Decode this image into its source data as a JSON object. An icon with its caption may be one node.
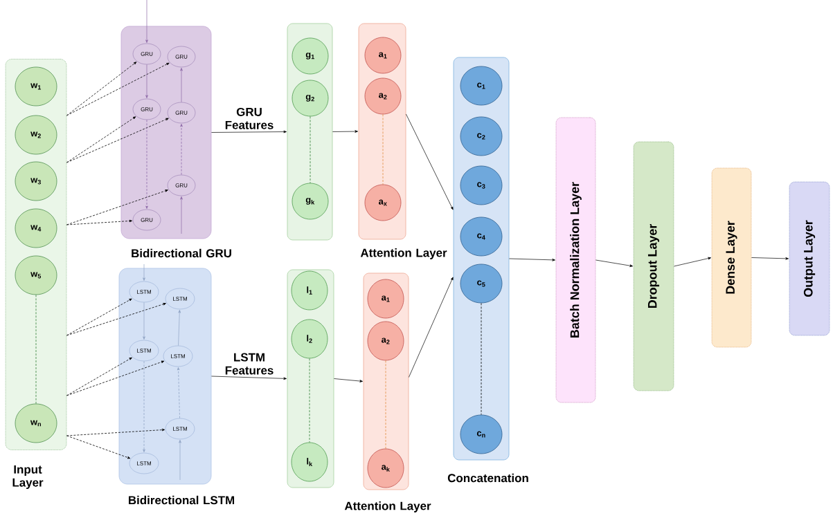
{
  "diagram": {
    "nodes": [
      {
        "text": [
          "Input Layer"
        ]
      },
      {
        "text": [
          "w$_{1}$"
        ],
        "in": 0
      },
      {
        "text": [
          "w$_{2}$"
        ],
        "in": 0
      },
      {
        "text": [
          "w$_{3}$"
        ],
        "in": 0
      },
      {
        "text": [
          "w$_{4}$"
        ],
        "in": 0
      },
      {
        "text": [
          "w$_{5}$"
        ],
        "in": 0
      },
      {
        "text": [
          "w$_{n}$"
        ],
        "in": 0
      },
      {
        "text": [
          "Bidirectional GRU"
        ]
      },
      {
        "text": [
          "GRU"
        ],
        "in": 7
      },
      {
        "text": [
          "GRU"
        ],
        "in": 7
      },
      {
        "text": [
          "GRU"
        ],
        "in": 7
      },
      {
        "text": [
          "GRU"
        ],
        "in": 7
      },
      {
        "text": [
          "GRU"
        ],
        "in": 7
      },
      {
        "text": [
          "GRU"
        ],
        "in": 7
      },
      {
        "text": [
          "Bidirectional LSTM"
        ]
      },
      {
        "text": [
          "LSTM"
        ],
        "in": 14
      },
      {
        "text": [
          "LSTM"
        ],
        "in": 14
      },
      {
        "text": [
          "LSTM"
        ],
        "in": 14
      },
      {
        "text": [
          "LSTM"
        ],
        "in": 14
      },
      {
        "text": [
          "LSTM"
        ],
        "in": 14
      },
      {
        "text": [
          "LSTM"
        ],
        "in": 14
      },
      {
        "text": [],
        "shape": "box"
      },
      {
        "text": [
          "g$_{1}$"
        ],
        "in": 21
      },
      {
        "text": [
          "g$_{2}$"
        ],
        "in": 21
      },
      {
        "text": [
          "g$_{k}$"
        ],
        "in": 21
      },
      {
        "text": [
          "Attention Layer"
        ]
      },
      {
        "text": [
          "a$_{1}$"
        ],
        "in": 25
      },
      {
        "text": [
          "a$_{2}$"
        ],
        "in": 25
      },
      {
        "text": [
          "a$_{x}$"
        ],
        "in": 25
      },
      {
        "text": [],
        "shape": "box"
      },
      {
        "text": [
          "l$_{1}$"
        ],
        "in": 29
      },
      {
        "text": [
          "l$_{2}$"
        ],
        "in": 29
      },
      {
        "text": [
          "l$_{k}$"
        ],
        "in": 29
      },
      {
        "text": [
          "Attention Layer"
        ]
      },
      {
        "text": [
          "a$_{1}$"
        ],
        "in": 33
      },
      {
        "text": [
          "a$_{2}$"
        ],
        "in": 33
      },
      {
        "text": [
          "a$_{k}$"
        ],
        "in": 33
      },
      {
        "text": [
          "Concatenation"
        ]
      },
      {
        "text": [
          "c$_{1}$"
        ],
        "in": 37
      },
      {
        "text": [
          "c$_{2}$"
        ],
        "in": 37
      },
      {
        "text": [
          "c$_{3}$"
        ],
        "in": 37
      },
      {
        "text": [
          "c$_{4}$"
        ],
        "in": 37
      },
      {
        "text": [
          "c$_{5}$"
        ],
        "in": 37
      },
      {
        "text": [
          "c$_{n}$"
        ],
        "in": 37
      },
      {
        "text": [
          "Batch Normalization Layer"
        ]
      },
      {
        "text": [
          "Dropout Layer"
        ]
      },
      {
        "text": [
          "Dense Layer"
        ]
      },
      {
        "text": [
          "Output Layer"
        ]
      }
    ],
    "edges": [
      {
        "from": 0,
        "to": 8,
        "arrow": "to",
        "style": "dashed"
      },
      {
        "from": 0,
        "to": 9,
        "arrow": "to",
        "style": "dashed"
      },
      {
        "from": 0,
        "to": 10,
        "arrow": "to",
        "style": "dashed"
      },
      {
        "from": 0,
        "to": 11,
        "arrow": "to",
        "style": "dashed"
      },
      {
        "from": 0,
        "to": 13,
        "arrow": "to",
        "style": "dashed"
      },
      {
        "from": 0,
        "to": 12,
        "arrow": "to",
        "style": "dashed"
      },
      {
        "from": 0,
        "to": 15,
        "arrow": "to",
        "style": "dashed"
      },
      {
        "from": 0,
        "to": 16,
        "arrow": "to",
        "style": "dashed"
      },
      {
        "from": 0,
        "to": 17,
        "arrow": "to",
        "style": "dashed"
      },
      {
        "from": 0,
        "to": 18,
        "arrow": "to",
        "style": "dashed"
      },
      {
        "from": 0,
        "to": 19,
        "arrow": "to",
        "style": "dashed"
      },
      {
        "from": 0,
        "to": 20,
        "arrow": "to",
        "style": "dashed"
      },
      {
        "from": null,
        "to": 8,
        "arrow": "to",
        "color": "#8e6aa8"
      },
      {
        "from": 8,
        "to": 10,
        "arrow": "to",
        "color": "#8e6aa8"
      },
      {
        "from": 10,
        "to": 13,
        "arrow": "to",
        "style": "dashed",
        "color": "#8e6aa8"
      },
      {
        "from": null,
        "to": 12,
        "arrow": "to",
        "color": "#8e6aa8"
      },
      {
        "from": 12,
        "to": 11,
        "arrow": "to",
        "style": "dashed",
        "color": "#8e6aa8"
      },
      {
        "from": 11,
        "to": 9,
        "arrow": "to",
        "color": "#8e6aa8"
      },
      {
        "from": null,
        "to": 15,
        "arrow": "to",
        "color": "#8fa3c4"
      },
      {
        "from": 15,
        "to": 17,
        "arrow": "to",
        "color": "#8fa3c4"
      },
      {
        "from": 17,
        "to": 20,
        "arrow": "to",
        "style": "dashed",
        "color": "#8fa3c4"
      },
      {
        "from": null,
        "to": 19,
        "arrow": "to",
        "color": "#8fa3c4"
      },
      {
        "from": 19,
        "to": 18,
        "arrow": "to",
        "style": "dashed",
        "color": "#8fa3c4"
      },
      {
        "from": 18,
        "to": 16,
        "arrow": "to",
        "color": "#8fa3c4"
      },
      {
        "from": 7,
        "to": 21,
        "arrow": "to",
        "label": "GRU Features"
      },
      {
        "from": 21,
        "to": 25,
        "arrow": "to"
      },
      {
        "from": 25,
        "to": 37,
        "arrow": "to"
      },
      {
        "from": 14,
        "to": 29,
        "arrow": "to",
        "label": "LSTM Features"
      },
      {
        "from": 29,
        "to": 33,
        "arrow": "to"
      },
      {
        "from": 33,
        "to": 37,
        "arrow": "to"
      },
      {
        "from": 37,
        "to": 44,
        "arrow": "to"
      },
      {
        "from": 44,
        "to": 45,
        "arrow": "to"
      },
      {
        "from": 45,
        "to": 46,
        "arrow": "to"
      },
      {
        "from": 46,
        "to": 47,
        "arrow": "to"
      },
      {
        "from": 5,
        "to": 6,
        "arrow": "none",
        "style": "dashed",
        "color": "#2e7d32"
      },
      {
        "from": 23,
        "to": 24,
        "arrow": "none",
        "style": "dashed",
        "color": "#2e7d32"
      },
      {
        "from": 27,
        "to": 28,
        "arrow": "none",
        "style": "dashed",
        "color": "#e08a3c"
      },
      {
        "from": 31,
        "to": 32,
        "arrow": "none",
        "style": "dashed",
        "color": "#2e7d32"
      },
      {
        "from": 35,
        "to": 36,
        "arrow": "none",
        "style": "dashed",
        "color": "#e08a3c"
      },
      {
        "from": 42,
        "to": 43,
        "arrow": "none",
        "style": "dashed"
      }
    ]
  }
}
